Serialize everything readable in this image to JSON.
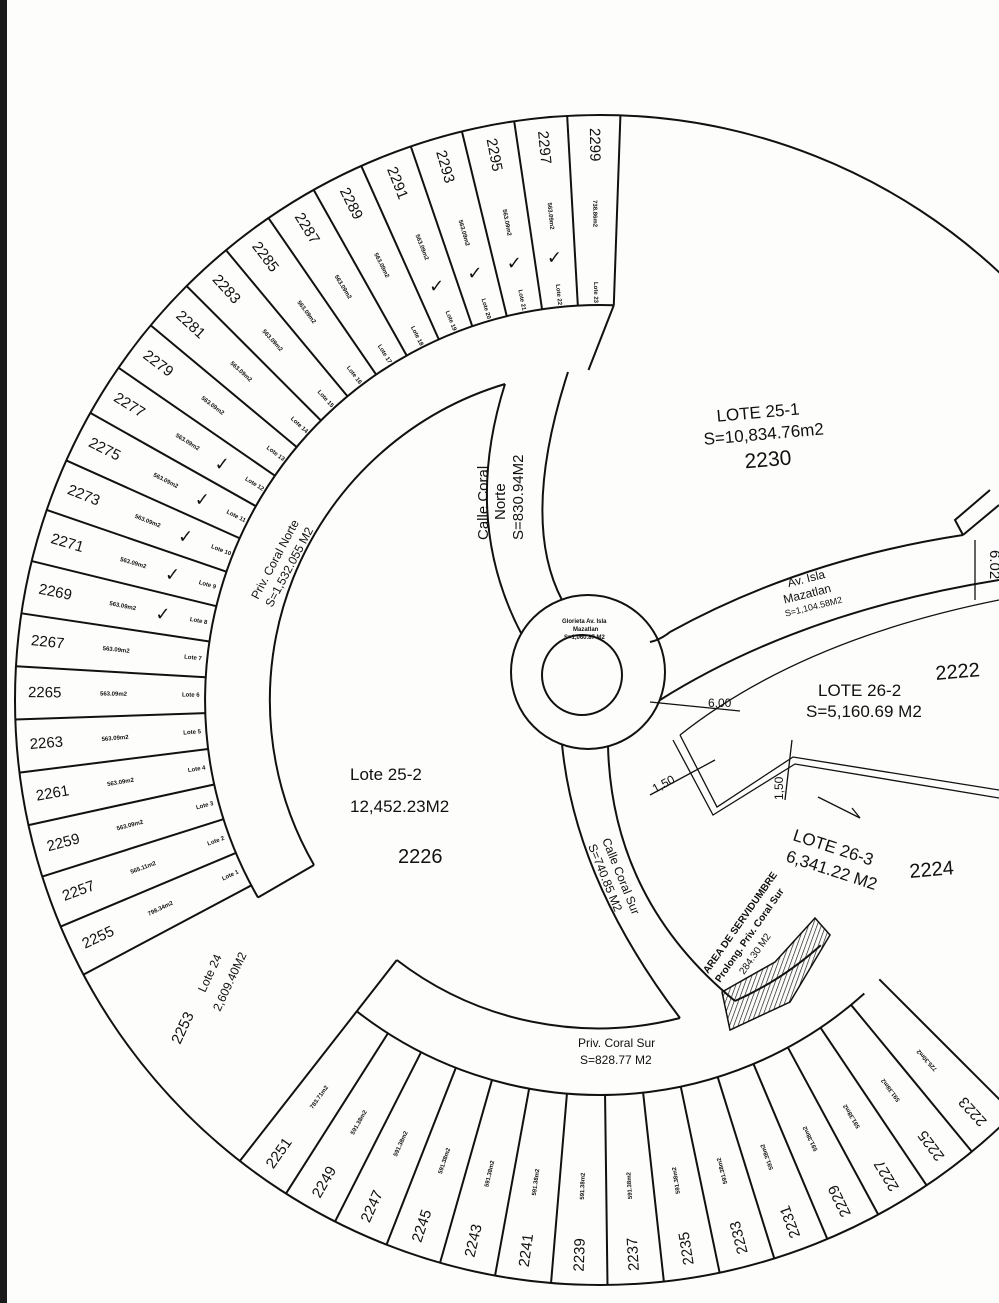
{
  "left_lots": [
    {
      "number": "2255",
      "area": "798.34m2",
      "lote": "Lote 1",
      "checked": false
    },
    {
      "number": "2257",
      "area": "565.11m2",
      "lote": "Lote 2",
      "checked": false
    },
    {
      "number": "2259",
      "area": "563.09m2",
      "lote": "Lote 3",
      "checked": false
    },
    {
      "number": "2261",
      "area": "563.09m2",
      "lote": "Lote 4",
      "checked": false
    },
    {
      "number": "2263",
      "area": "563.09m2",
      "lote": "Lote 5",
      "checked": false
    },
    {
      "number": "2265",
      "area": "563.09m2",
      "lote": "Lote 6",
      "checked": false
    },
    {
      "number": "2267",
      "area": "563.09m2",
      "lote": "Lote 7",
      "checked": false
    },
    {
      "number": "2269",
      "area": "563.09m2",
      "lote": "Lote 8",
      "checked": true
    },
    {
      "number": "2271",
      "area": "563.09m2",
      "lote": "Lote 9",
      "checked": true
    },
    {
      "number": "2273",
      "area": "563.09m2",
      "lote": "Lote 10",
      "checked": true
    },
    {
      "number": "2275",
      "area": "563.09m2",
      "lote": "Lote 11",
      "checked": true
    },
    {
      "number": "2277",
      "area": "563.09m2",
      "lote": "Lote 12",
      "checked": true
    },
    {
      "number": "2279",
      "area": "563.09m2",
      "lote": "Lote 13",
      "checked": false
    },
    {
      "number": "2281",
      "area": "563.09m2",
      "lote": "Lote 14",
      "checked": false
    },
    {
      "number": "2283",
      "area": "563.09m2",
      "lote": "Lote 15",
      "checked": false
    },
    {
      "number": "2285",
      "area": "563.09m2",
      "lote": "Lote 16",
      "checked": false
    },
    {
      "number": "2287",
      "area": "563.09m2",
      "lote": "Lote 17",
      "checked": false
    },
    {
      "number": "2289",
      "area": "563.09m2",
      "lote": "Lote 18",
      "checked": false
    },
    {
      "number": "2291",
      "area": "563.09m2",
      "lote": "Lote 19",
      "checked": true
    },
    {
      "number": "2293",
      "area": "563.09m2",
      "lote": "Lote 20",
      "checked": true
    },
    {
      "number": "2295",
      "area": "563.09m2",
      "lote": "Lote 21",
      "checked": true
    },
    {
      "number": "2297",
      "area": "563.09m2",
      "lote": "Lote 22",
      "checked": true
    },
    {
      "number": "2299",
      "area": "738.86m2",
      "lote": "Lote 23",
      "checked": false
    }
  ],
  "bottom_lots": [
    {
      "number": "2251",
      "area": "783.71m2"
    },
    {
      "number": "2249",
      "area": "591.38m2"
    },
    {
      "number": "2247",
      "area": "591.38m2"
    },
    {
      "number": "2245",
      "area": "591.38m2"
    },
    {
      "number": "2243",
      "area": "591.38m2"
    },
    {
      "number": "2241",
      "area": "591.38m2"
    },
    {
      "number": "2239",
      "area": "591.38m2"
    },
    {
      "number": "2237",
      "area": "591.38m2"
    },
    {
      "number": "2235",
      "area": "591.38m2"
    },
    {
      "number": "2233",
      "area": "591.38m2"
    },
    {
      "number": "2231",
      "area": "591.38m2"
    },
    {
      "number": "2229",
      "area": "591.38m2"
    },
    {
      "number": "2227",
      "area": "591.38m2"
    },
    {
      "number": "2225",
      "area": "591.38m2"
    },
    {
      "number": "2223",
      "area": "725.30m2"
    }
  ],
  "lote_24": {
    "label": "Lote 24",
    "area": "2,609.40M2",
    "number": "2253"
  },
  "lote_25_1": {
    "label": "LOTE 25-1",
    "area": "S=10,834.76m2",
    "number": "2230"
  },
  "lote_25_2": {
    "label": "Lote 25-2",
    "area": "12,452.23M2",
    "number": "2226"
  },
  "lote_26_2": {
    "label": "LOTE 26-2",
    "area": "S=5,160.69  M2",
    "number": "2222"
  },
  "lote_26_3": {
    "label": "LOTE 26-3",
    "area": "6,341.22  M2",
    "number": "2224"
  },
  "calle_coral_norte": {
    "line1": "Calle Coral",
    "line2": "Norte",
    "area": "S=830.94M2"
  },
  "priv_coral_norte": {
    "line1": "Priv. Coral Norte",
    "area": "S=1,532.055 M2"
  },
  "glorieta": {
    "line1": "Glorieta Av. Isla",
    "line2": "Mazatlan",
    "area": "S=1,060.87 M2"
  },
  "av_isla_mazatlan": {
    "line1": "Av. Isla",
    "line2": "Mazatlan",
    "area": "S=1,104.58M2"
  },
  "calle_coral_sur": {
    "line1": "Calle Coral Sur",
    "area": "S=740.85 M2"
  },
  "priv_coral_sur": {
    "line1": "Priv. Coral Sur",
    "area": "S=828.77 M2"
  },
  "servidumbre": {
    "line1": "AREA DE SERVIDUMBRE",
    "line2": "Prolong. Priv. Coral Sur",
    "area": "284.30 M2"
  },
  "dimensions": {
    "road_width": "6,00",
    "setback_a": "1,50",
    "setback_b": "1,50",
    "edge": "6.02"
  }
}
